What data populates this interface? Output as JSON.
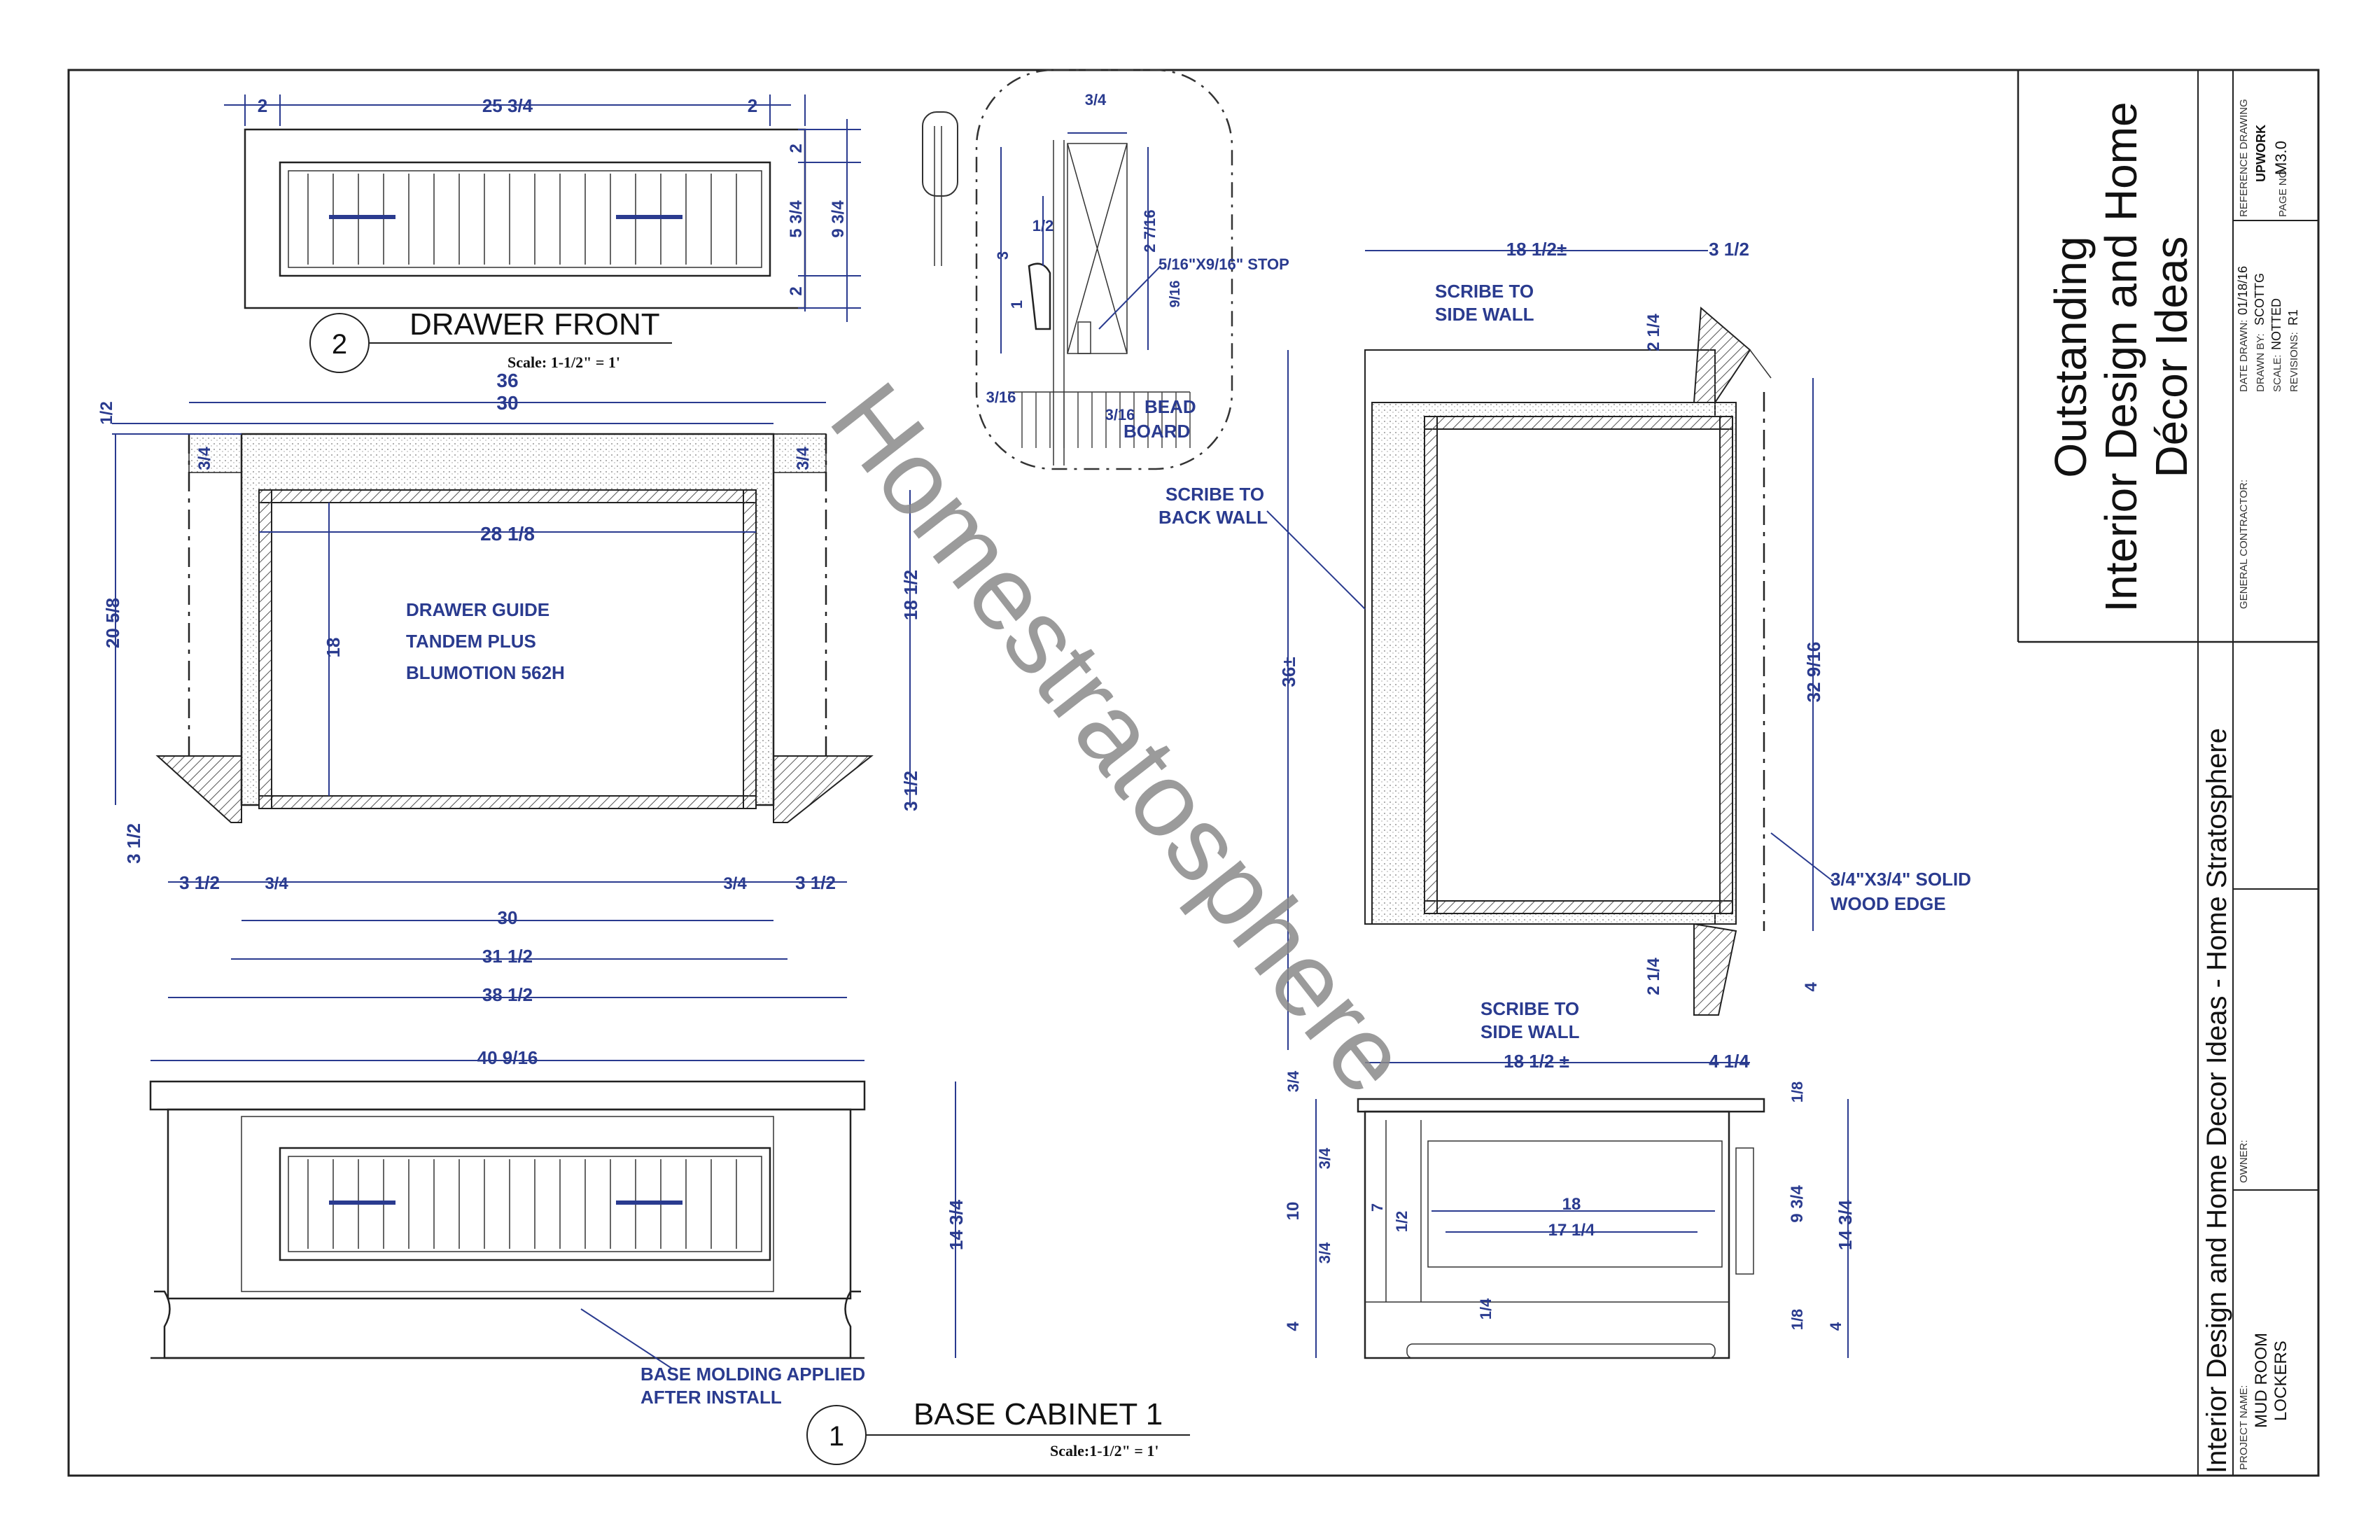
{
  "title_block": {
    "firm_title": [
      "Outstanding",
      "Interior Design and Home",
      "Décor Ideas"
    ],
    "reference_drawing_label": "REFERENCE DRAWING",
    "reference_drawing_value": "UPWORK",
    "page_no_label": "PAGE NO.",
    "page_no_value": "M3.0",
    "date_drawn_label": "DATE DRAWN:",
    "date_drawn_value": "01/18/16",
    "drawn_by_label": "DRAWN BY:",
    "drawn_by_value": "SCOTTG",
    "scale_label": "SCALE:",
    "scale_value": "NOTTED",
    "revisions_label": "REVISIONS:",
    "revisions_value": "R1",
    "general_contractor_label": "GENERAL CONTRACTOR:",
    "banner": "Interior Design and Home Decor Ideas - Home Stratosphere",
    "owner_label": "OWNER:",
    "project_name_label": "PROJECT NAME:",
    "project_name_value": [
      "MUD ROOM",
      "LOCKERS"
    ]
  },
  "watermark": "Homestratosphere",
  "views": {
    "drawer_front": {
      "number": "2",
      "title": "DRAWER FRONT",
      "scale": "Scale: 1-1/2\" = 1'"
    },
    "base_cabinet": {
      "number": "1",
      "title": "BASE CABINET 1",
      "scale": "Scale:1-1/2\" = 1'"
    }
  },
  "notes": {
    "drawer_guide": [
      "DRAWER GUIDE",
      "TANDEM PLUS",
      "BLUMOTION 562H"
    ],
    "stop": "5/16\"X9/16\" STOP",
    "bead_board": [
      "BEAD",
      "BOARD"
    ],
    "scribe_back": [
      "SCRIBE TO",
      "BACK WALL"
    ],
    "scribe_side_top": [
      "SCRIBE TO",
      "SIDE WALL"
    ],
    "scribe_side_bottom": [
      "SCRIBE TO",
      "SIDE WALL"
    ],
    "solid_edge": [
      "3/4\"X3/4\" SOLID",
      "WOOD EDGE"
    ],
    "base_molding": [
      "BASE MOLDING APPLIED",
      "AFTER INSTALL"
    ]
  },
  "dims": {
    "df_2a": "2",
    "df_25": "25 3/4",
    "df_2b": "2",
    "df_r2a": "2",
    "df_r5": "5 3/4",
    "df_r9": "9 3/4",
    "df_r2b": "2",
    "d_3_4": "3/4",
    "d_1_2": "1/2",
    "d_3": "3",
    "d_1": "1",
    "d_2_7": "2 7/16",
    "d_9_16": "9/16",
    "d_3_16a": "3/16",
    "d_3_16b": "3/16",
    "p_36": "36",
    "p_30": "30",
    "p_half": "1/2",
    "p_34a": "3/4",
    "p_34b": "3/4",
    "p_28": "28 1/8",
    "p_20": "20 5/8",
    "p_18": "18",
    "p_18r": "18 1/2",
    "p_3r": "3 1/2",
    "p_3l": "3 1/2",
    "p_31a": "3 1/2",
    "p_34c": "3/4",
    "p_34d": "3/4",
    "p_31b": "3 1/2",
    "p_30b": "30",
    "p_31h": "31 1/2",
    "p_38": "38 1/2",
    "r_18t": "18 1/2±",
    "r_3t": "3 1/2",
    "r_2t": "2 1/4",
    "r_36": "36±",
    "r_32": "32 9/16",
    "r_2b": "2 1/4",
    "r_4": "4",
    "r_18b": "18 1/2 ±",
    "r_4b": "4 1/4",
    "e_40": "40 9/16",
    "e_14": "14 3/4",
    "s_34t": "3/4",
    "s_18t": "1/8",
    "s_34a": "3/4",
    "s_10": "10",
    "s_7": "7",
    "s_12": "1/2",
    "s_34b": "3/4",
    "s_4": "4",
    "s_18": "18",
    "s_17": "17 1/4",
    "s_14in": "1/4",
    "s_9": "9 3/4",
    "s_14": "14 3/4",
    "s_18b": "1/8",
    "s_4b": "4"
  }
}
